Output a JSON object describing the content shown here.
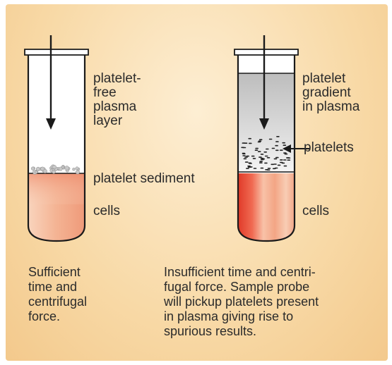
{
  "background_color": "#f8d9a6",
  "left_tube": {
    "labels": {
      "plasma_layer": [
        "platelet-",
        "free",
        "plasma",
        "layer"
      ],
      "sediment": "platelet sediment",
      "cells": "cells"
    },
    "caption": [
      "Sufficient",
      "time and",
      "centrifugal",
      "force."
    ]
  },
  "right_tube": {
    "labels": {
      "gradient": [
        "platelet",
        "gradient",
        "in plasma"
      ],
      "platelets": "platelets",
      "cells": "cells"
    },
    "caption": [
      "Insufficient time and centri-",
      "fugal force. Sample probe",
      "will pickup platelets present",
      "in plasma giving rise to",
      "spurious results."
    ]
  },
  "colors": {
    "cells_light": "#f7c6ac",
    "cells_dark": "#e0432b",
    "plasma_gray": "#c9c9c9",
    "outline": "#1a1a1a"
  }
}
